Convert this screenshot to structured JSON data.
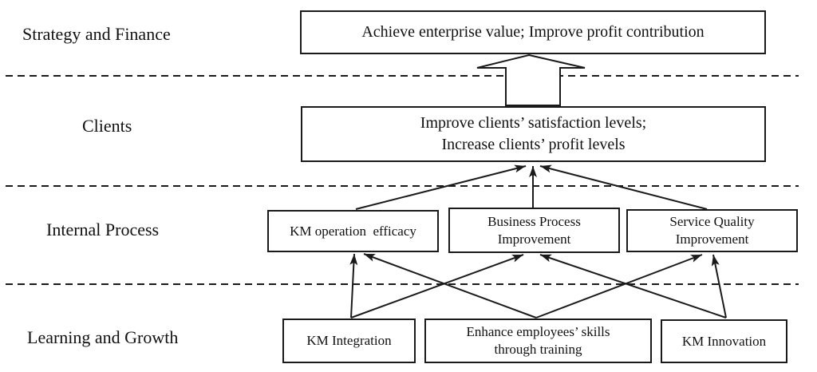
{
  "lanes": {
    "strategy_finance": "Strategy and Finance",
    "clients": "Clients",
    "internal_process": "Internal Process",
    "learning_growth": "Learning and Growth"
  },
  "boxes": {
    "strategy": "Achieve enterprise value; Improve profit contribution",
    "clients": "Improve clients’ satisfaction levels;\nIncrease clients’ profit levels",
    "km_operation_efficacy": "KM operation  efficacy",
    "business_process": "Business Process\nImprovement",
    "service_quality": "Service Quality\nImprovement",
    "km_integration": "KM Integration",
    "enhance_skills": "Enhance employees’ skills\nthrough training",
    "km_innovation": "KM Innovation"
  },
  "edges": [
    {
      "from": "clients",
      "to": "strategy",
      "style": "block-arrow"
    },
    {
      "from": "km_operation_efficacy",
      "to": "clients",
      "style": "line-arrow"
    },
    {
      "from": "business_process",
      "to": "clients",
      "style": "line-arrow"
    },
    {
      "from": "service_quality",
      "to": "clients",
      "style": "line-arrow"
    },
    {
      "from": "km_integration",
      "to": "km_operation_efficacy",
      "style": "line-arrow"
    },
    {
      "from": "km_integration",
      "to": "business_process",
      "style": "line-arrow"
    },
    {
      "from": "enhance_skills",
      "to": "km_operation_efficacy",
      "style": "line-arrow"
    },
    {
      "from": "enhance_skills",
      "to": "service_quality",
      "style": "line-arrow"
    },
    {
      "from": "km_innovation",
      "to": "business_process",
      "style": "line-arrow"
    },
    {
      "from": "km_innovation",
      "to": "service_quality",
      "style": "line-arrow"
    }
  ],
  "colors": {
    "line": "#1a1a1a",
    "background": "#ffffff",
    "box_fill": "#ffffff",
    "text": "#111111"
  }
}
